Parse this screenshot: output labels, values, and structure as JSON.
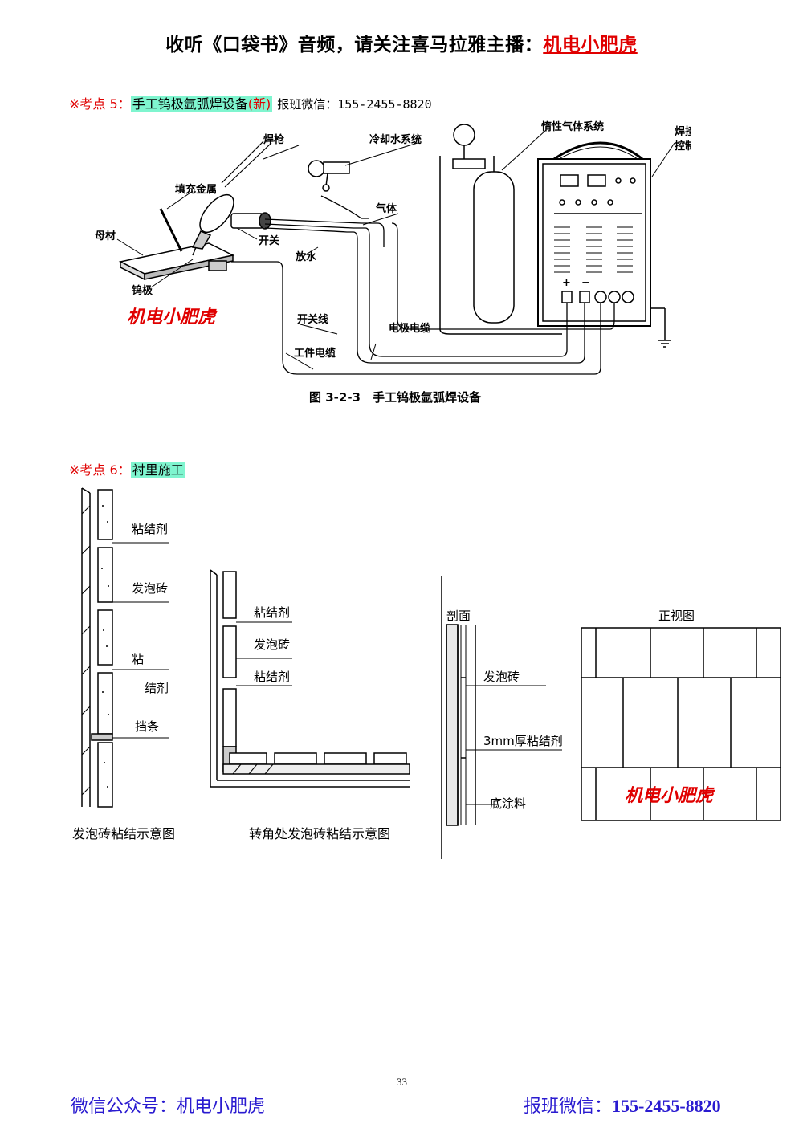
{
  "header": {
    "prefix": "收听《口袋书》音频，请关注喜马拉雅主播：",
    "highlight": "机电小肥虎"
  },
  "section5": {
    "marker": "※考点 5：",
    "topic": "手工钨极氩弧焊设备",
    "topic_new": "(新)",
    "wechat": "报班微信：155-2455-8820"
  },
  "figure1": {
    "labels": {
      "torch": "焊枪",
      "cooling": "冷却水系统",
      "inert_gas": "惰性气体系统",
      "power": "焊接电源",
      "control": "控制系统",
      "filler": "填充金属",
      "gas": "气体",
      "base": "母材",
      "switch": "开关",
      "drain": "放水",
      "tungsten": "钨极",
      "switch_wire": "开关线",
      "electrode_cable": "电极电缆",
      "work_cable": "工件电缆",
      "plus": "+",
      "minus": "−"
    },
    "watermark": "机电小肥虎",
    "caption": "图 3-2-3　手工钨极氩弧焊设备"
  },
  "section6": {
    "marker": "※考点 6：",
    "topic": "衬里施工"
  },
  "figure2": {
    "left": {
      "labels": [
        "粘结剂",
        "发泡砖",
        "粘",
        "结剂",
        "挡条"
      ],
      "caption": "发泡砖粘结示意图"
    },
    "middle": {
      "labels": [
        "粘结剂",
        "发泡砖",
        "粘结剂"
      ],
      "caption": "转角处发泡砖粘结示意图"
    },
    "right": {
      "section_title": "剖面",
      "labels": [
        "发泡砖",
        "3mm厚粘结剂",
        "底涂料"
      ]
    },
    "front": {
      "title": "正视图",
      "watermark": "机电小肥虎"
    }
  },
  "page_number": "33",
  "footer": {
    "left_prefix": "微信公众号：",
    "left_name": "机电小肥虎",
    "right_prefix": "报班微信：",
    "right_number": "155-2455-8820"
  }
}
